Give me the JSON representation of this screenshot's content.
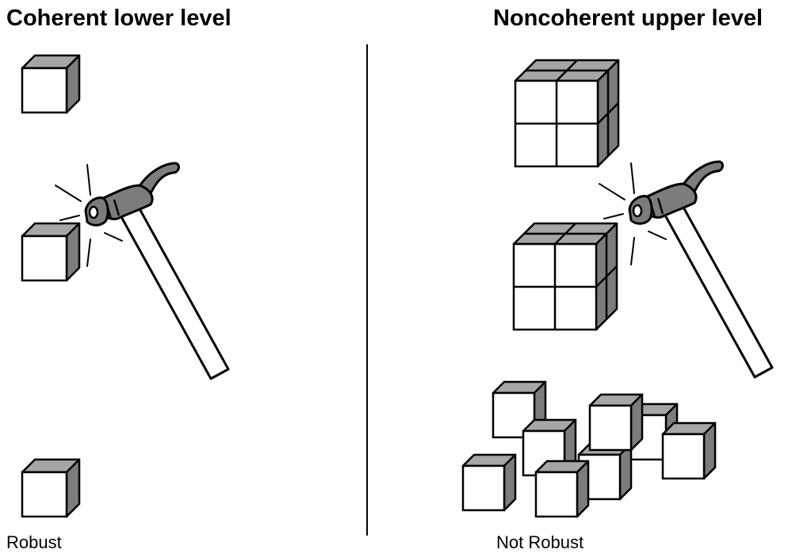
{
  "left": {
    "title": "Coherent lower level",
    "caption": "Robust"
  },
  "right": {
    "title": "Noncoherent upper level",
    "caption": "Not Robust"
  },
  "colors": {
    "face": "#ffffff",
    "top": "#a6a6a6",
    "side": "#7c7c7c",
    "stroke": "#000000"
  }
}
